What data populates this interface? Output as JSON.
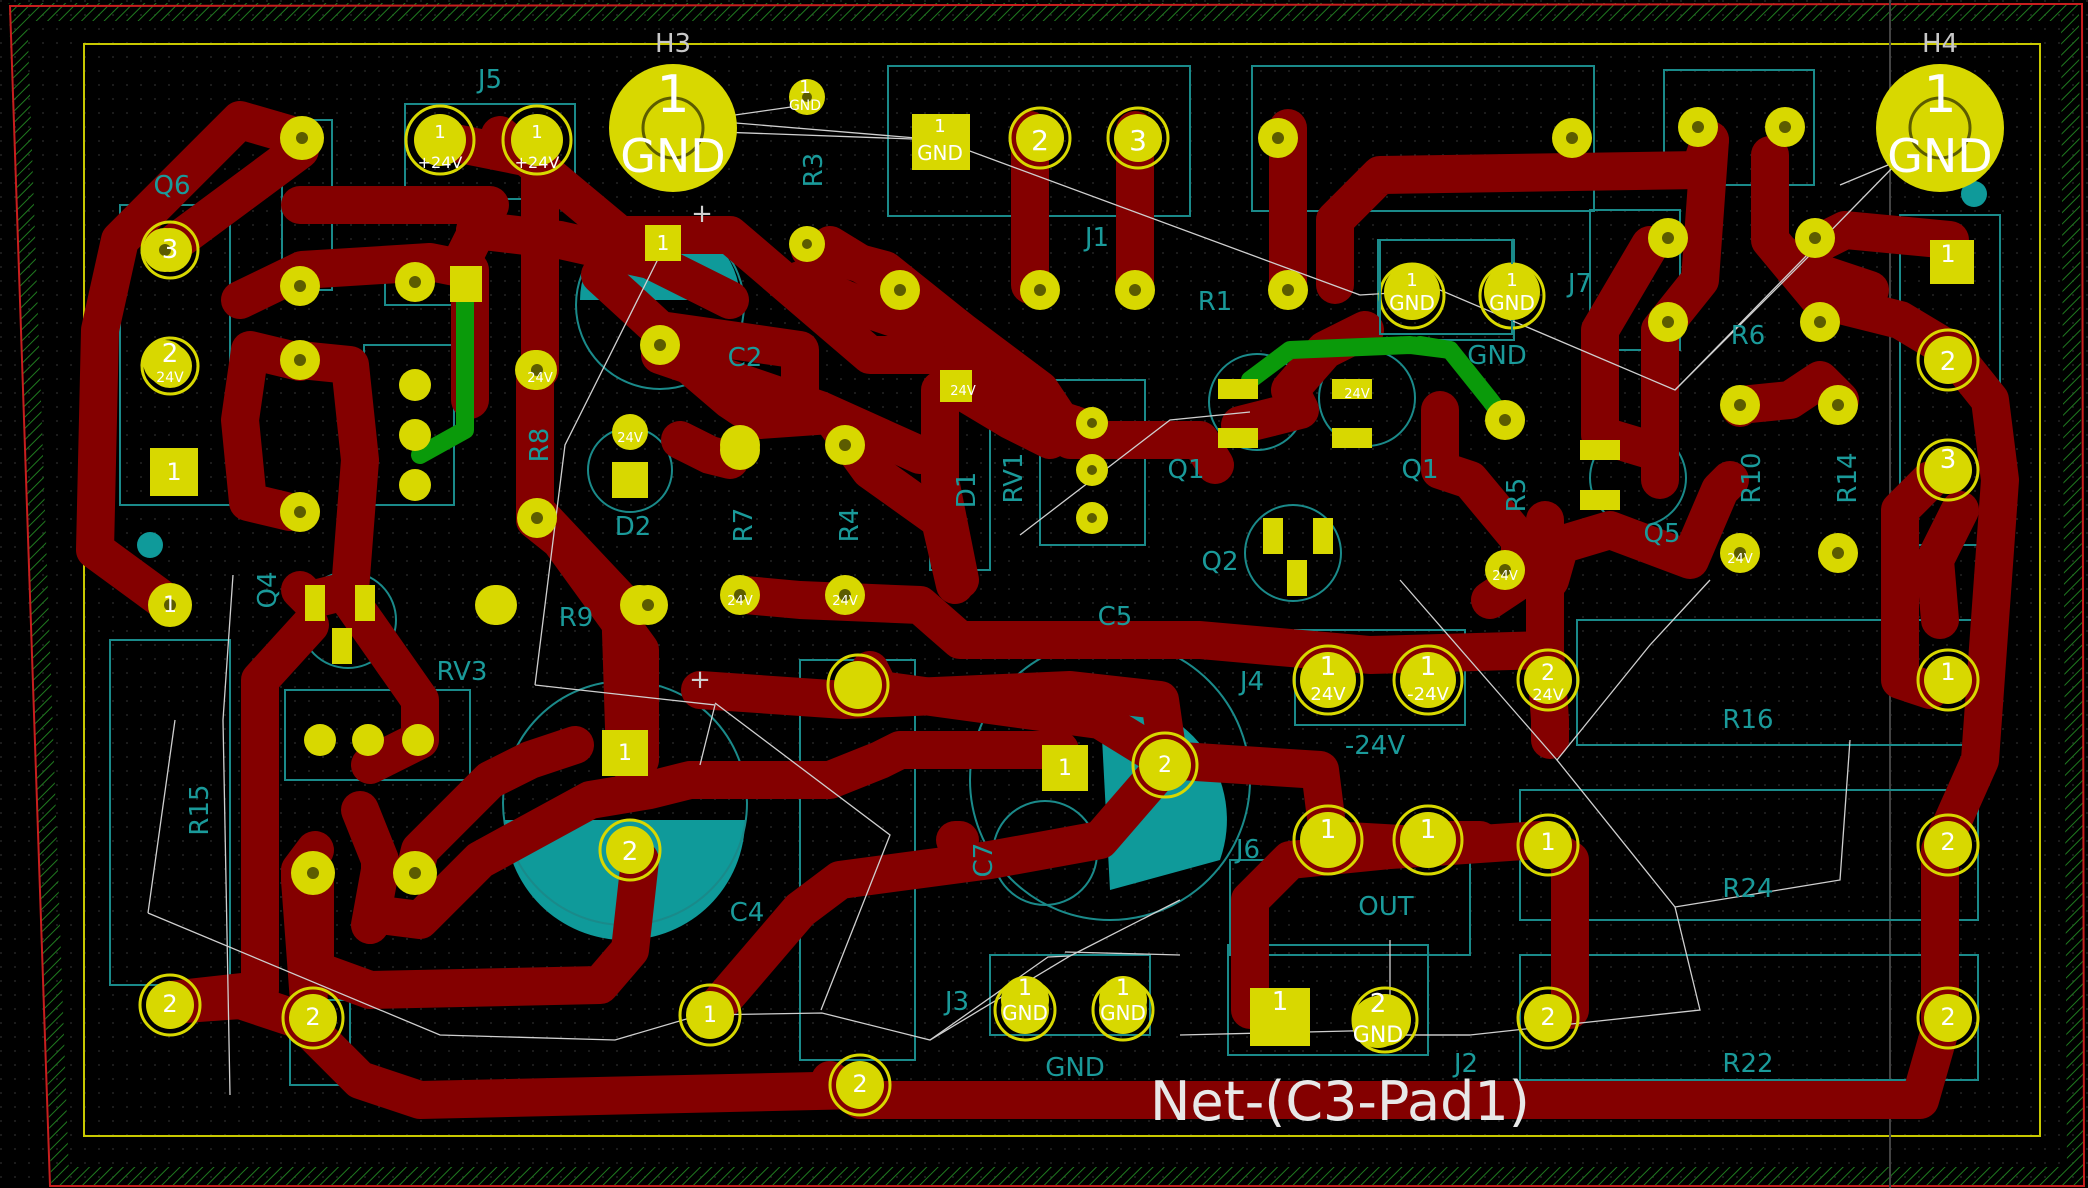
{
  "colors": {
    "background": "#000000",
    "grid_dot": "#2a2a2a",
    "copper_bottom": "#840000",
    "copper_top": "#0a9a0a",
    "pad": "#d8d800",
    "pad_drill": "#6a6a00",
    "silkscreen_text": "#e6e6e6",
    "fab_outline": "#1a8a8a",
    "teal_fill": "#0f9a9a",
    "ratsnest": "#cfcfcf",
    "edge_cuts": "#d4d400",
    "courtyard": "#ff2a2a",
    "keepout_hatch": "#1f8a1f"
  },
  "net_label": "Net-(C3-Pad1)",
  "components": {
    "H3": "H3",
    "H4": "H4",
    "J5": "J5",
    "J1": "J1",
    "J2": "J2",
    "J3": "J3",
    "J4": "J4",
    "J6": "J6",
    "J7": "J7",
    "R1": "R1",
    "R3": "R3",
    "R4": "R4",
    "R5": "R5",
    "R6": "R6",
    "R7": "R7",
    "R8": "R8",
    "R9": "R9",
    "R10": "R10",
    "R14": "R14",
    "R15": "R15",
    "R16": "R16",
    "R22": "R22",
    "R24": "R24",
    "RV1": "RV1",
    "RV3": "RV3",
    "D1": "D1",
    "D2": "D2",
    "Q1": "Q1",
    "Q1b": "Q1",
    "Q2": "Q2",
    "Q4": "Q4",
    "Q5": "Q5",
    "C2": "C2",
    "C4": "C4",
    "C5": "C5",
    "C7": "C7",
    "Q6": "Q6"
  },
  "labels": {
    "gnd": "GND",
    "plus24v": "+24V",
    "minus24v": "-24V",
    "out": "OUT",
    "one": "1",
    "two": "2",
    "three": "3",
    "small24v": "24V",
    "small_neg24v": "-24V",
    "plus_sign": "+"
  }
}
